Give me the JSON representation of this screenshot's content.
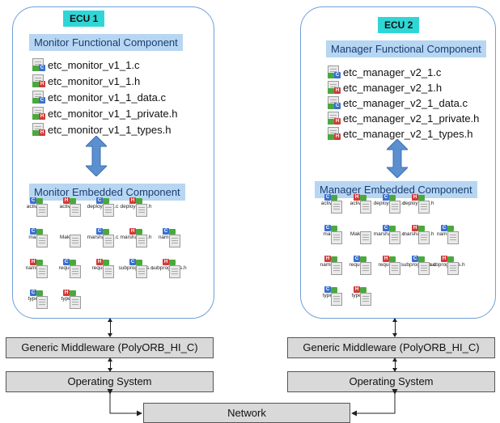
{
  "ecus": [
    {
      "tag": "ECU 1",
      "functional_label": "Monitor Functional Component",
      "files": [
        {
          "name": "etc_monitor_v1_1.c",
          "type": "c"
        },
        {
          "name": "etc_monitor_v1_1.h",
          "type": "h"
        },
        {
          "name": "etc_monitor_v1_1_data.c",
          "type": "c"
        },
        {
          "name": "etc_monitor_v1_1_private.h",
          "type": "h"
        },
        {
          "name": "etc_monitor_v1_1_types.h",
          "type": "h"
        }
      ],
      "embedded_label": "Monitor Embedded Component",
      "embedded_files": [
        {
          "name": "activity.c",
          "type": "c"
        },
        {
          "name": "activity.h",
          "type": "h"
        },
        {
          "name": "deployment.c",
          "type": "c"
        },
        {
          "name": "deployment.h",
          "type": "h"
        },
        {
          "name": "main.c",
          "type": "c"
        },
        {
          "name": "Makefile",
          "type": "m"
        },
        {
          "name": "marshallers.c",
          "type": "c"
        },
        {
          "name": "marshallers.h",
          "type": "h"
        },
        {
          "name": "naming.c",
          "type": "c"
        },
        {
          "name": "naming.h",
          "type": "h"
        },
        {
          "name": "request.c",
          "type": "c"
        },
        {
          "name": "request.h",
          "type": "h"
        },
        {
          "name": "subprograms.c",
          "type": "c"
        },
        {
          "name": "subprograms.h",
          "type": "h"
        },
        {
          "name": "types.c",
          "type": "c"
        },
        {
          "name": "types.h",
          "type": "h"
        }
      ],
      "middleware": "Generic Middleware (PolyORB_HI_C)",
      "os": "Operating System"
    },
    {
      "tag": "ECU 2",
      "functional_label": "Manager Functional Component",
      "files": [
        {
          "name": "etc_manager_v2_1.c",
          "type": "c"
        },
        {
          "name": "etc_manager_v2_1.h",
          "type": "h"
        },
        {
          "name": "etc_manager_v2_1_data.c",
          "type": "c"
        },
        {
          "name": "etc_manager_v2_1_private.h",
          "type": "h"
        },
        {
          "name": "etc_manager_v2_1_types.h",
          "type": "h"
        }
      ],
      "embedded_label": "Manager Embedded Component",
      "embedded_files": [
        {
          "name": "activity.c",
          "type": "c"
        },
        {
          "name": "activity.h",
          "type": "h"
        },
        {
          "name": "deployment.c",
          "type": "c"
        },
        {
          "name": "deployment.h",
          "type": "h"
        },
        {
          "name": "main.c",
          "type": "c"
        },
        {
          "name": "Makefile",
          "type": "m"
        },
        {
          "name": "marshallers.c",
          "type": "c"
        },
        {
          "name": "marshallers.h",
          "type": "h"
        },
        {
          "name": "naming.c",
          "type": "c"
        },
        {
          "name": "naming.h",
          "type": "h"
        },
        {
          "name": "request.c",
          "type": "c"
        },
        {
          "name": "request.h",
          "type": "h"
        },
        {
          "name": "subprograms.c",
          "type": "c"
        },
        {
          "name": "subprograms.h",
          "type": "h"
        },
        {
          "name": "types.c",
          "type": "c"
        },
        {
          "name": "types.h",
          "type": "h"
        }
      ],
      "middleware": "Generic Middleware (PolyORB_HI_C)",
      "os": "Operating System"
    }
  ],
  "network": "Network",
  "colors": {
    "ecu_border": "#6f9fd8",
    "ecu_tag": "#2fd6d6",
    "label_bg": "#b7d6f2",
    "c_badge": "#3b6fd1",
    "h_badge": "#d23a3a",
    "box_bg": "#d9d9d9",
    "arrow_fill": "#5b8fd0"
  }
}
